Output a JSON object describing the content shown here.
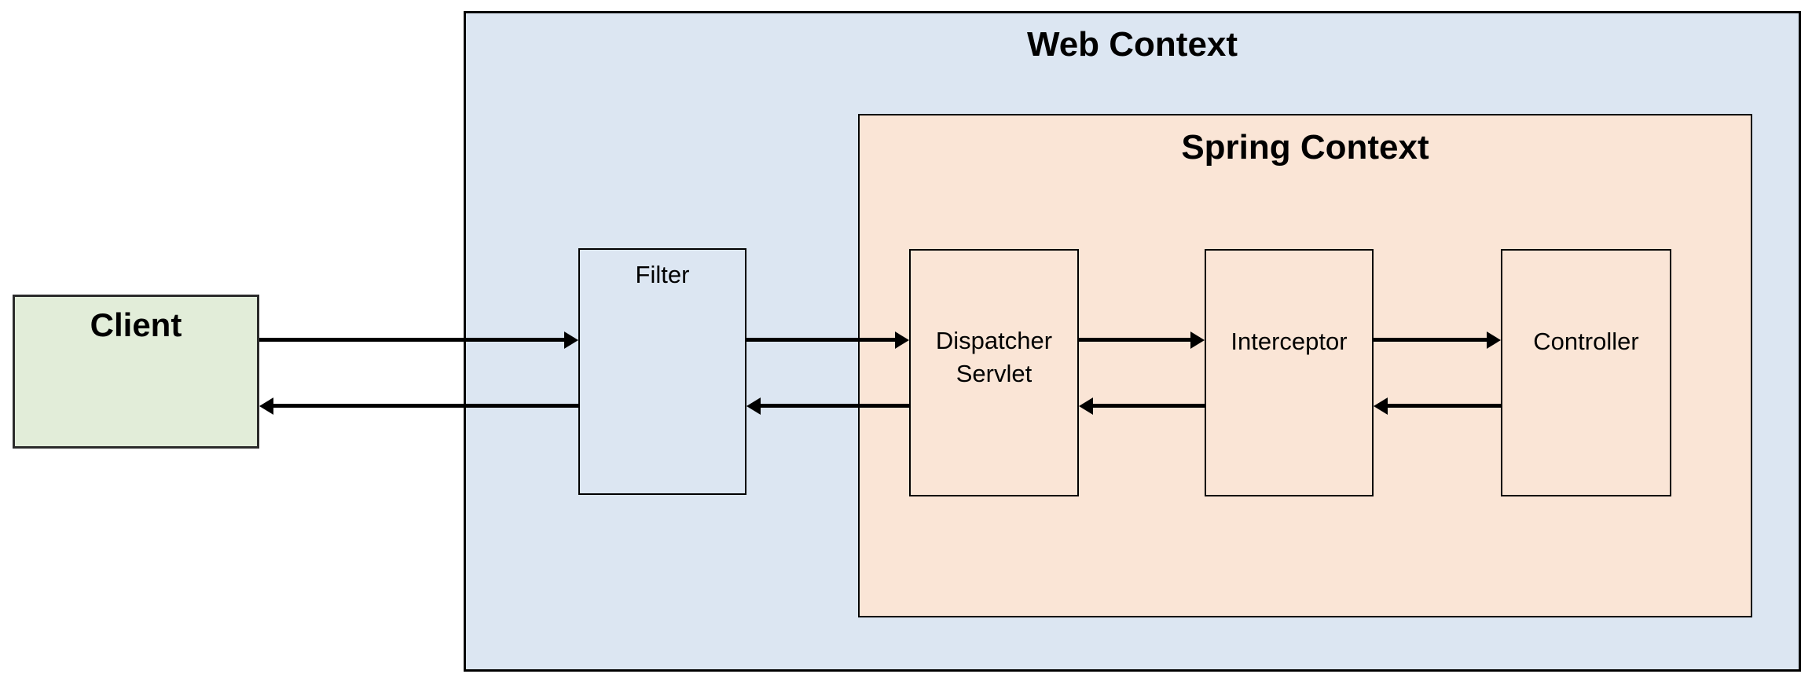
{
  "containers": {
    "web": {
      "title": "Web Context"
    },
    "spring": {
      "title": "Spring Context"
    }
  },
  "nodes": {
    "client": {
      "label": "Client"
    },
    "filter": {
      "label": "Filter"
    },
    "dispatcher": {
      "label": "Dispatcher Servlet"
    },
    "interceptor": {
      "label": "Interceptor"
    },
    "controller": {
      "label": "Controller"
    }
  },
  "flow": {
    "request_path": [
      "Client",
      "Filter",
      "Dispatcher Servlet",
      "Interceptor",
      "Controller"
    ],
    "response_path": [
      "Controller",
      "Interceptor",
      "Dispatcher Servlet",
      "Filter",
      "Client"
    ],
    "arrows": [
      {
        "from": "Client",
        "to": "Filter",
        "direction": "right",
        "row": "request"
      },
      {
        "from": "Filter",
        "to": "Dispatcher Servlet",
        "direction": "right",
        "row": "request"
      },
      {
        "from": "Dispatcher Servlet",
        "to": "Interceptor",
        "direction": "right",
        "row": "request"
      },
      {
        "from": "Interceptor",
        "to": "Controller",
        "direction": "right",
        "row": "request"
      },
      {
        "from": "Filter",
        "to": "Client",
        "direction": "left",
        "row": "response"
      },
      {
        "from": "Dispatcher Servlet",
        "to": "Filter",
        "direction": "left",
        "row": "response"
      },
      {
        "from": "Interceptor",
        "to": "Dispatcher Servlet",
        "direction": "left",
        "row": "response"
      },
      {
        "from": "Controller",
        "to": "Interceptor",
        "direction": "left",
        "row": "response"
      }
    ]
  },
  "colors": {
    "web_context_fill": "#dce6f2",
    "spring_context_fill": "#fae5d6",
    "client_fill": "#e2edd9",
    "border": "#000000",
    "arrow": "#000000",
    "background": "#ffffff"
  }
}
